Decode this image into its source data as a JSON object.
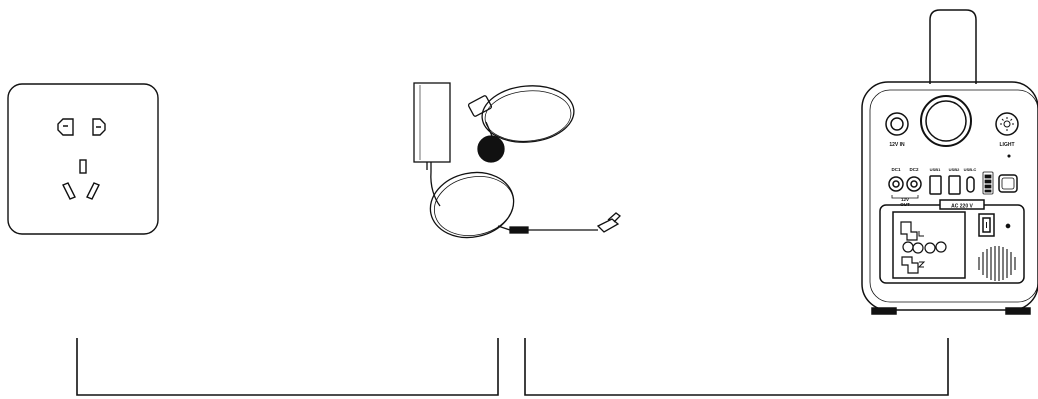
{
  "station": {
    "labels": {
      "input_12v": "12V IN",
      "light": "LIGHT",
      "dc1": "DC1",
      "dc2": "DC2",
      "usb1": "USB1",
      "usb2": "USB2",
      "usbc": "USB-C",
      "out_12v_line1": "12V",
      "out_12v_line2": "OUT",
      "ac": "AC 220 V"
    }
  }
}
